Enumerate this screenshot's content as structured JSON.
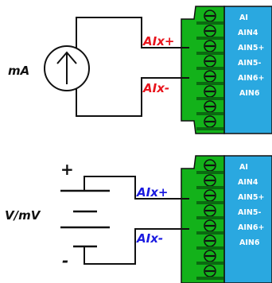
{
  "current_diagram": {
    "source_label": "mA",
    "plus_label": "AIx+",
    "minus_label": "AIx-",
    "label_color": "#e8141c",
    "terminals": [
      "AI",
      "AIN4",
      "AIN5+",
      "AIN5-",
      "AIN6+",
      "AIN6",
      ""
    ]
  },
  "voltage_diagram": {
    "source_label": "V/mV",
    "plus_sign": "+",
    "minus_sign": "-",
    "plus_label": "AIx+",
    "minus_label": "AIx-",
    "label_color": "#1b1be0",
    "terminals": [
      "AI",
      "AIN4",
      "AIN5+",
      "AIN5-",
      "AIN6+",
      "AIN6",
      ""
    ]
  },
  "colors": {
    "terminal_block": "#13b21a",
    "terminal_dark": "#0a6a10",
    "board": "#2aa8e0"
  }
}
